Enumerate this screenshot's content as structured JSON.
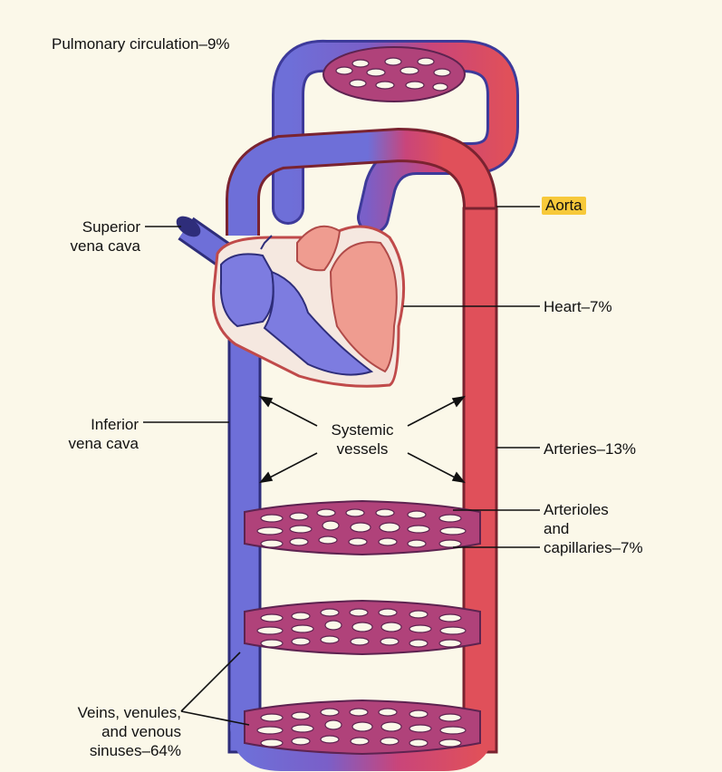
{
  "labels": {
    "pulmonary": "Pulmonary circulation–9%",
    "superior_vena_cava": "Superior\nvena cava",
    "aorta": "Aorta",
    "heart": "Heart–7%",
    "inferior_vena_cava": "Inferior\nvena cava",
    "systemic_vessels": "Systemic\nvessels",
    "arteries": "Arteries–13%",
    "arterioles_capillaries": "Arterioles\nand\ncapillaries–7%",
    "veins": "Veins, venules,\nand venous\nsinuses–64%"
  },
  "colors": {
    "background": "#fbf8e9",
    "venous_blue": "#6e6fd8",
    "arterial_red": "#e0505a",
    "capillary_purple": "#b0427a",
    "heart_fill": "#f5e8e0",
    "heart_blue": "#7d7ce0",
    "heart_pink": "#ef9c90",
    "aorta_highlight": "#f7c93a"
  }
}
